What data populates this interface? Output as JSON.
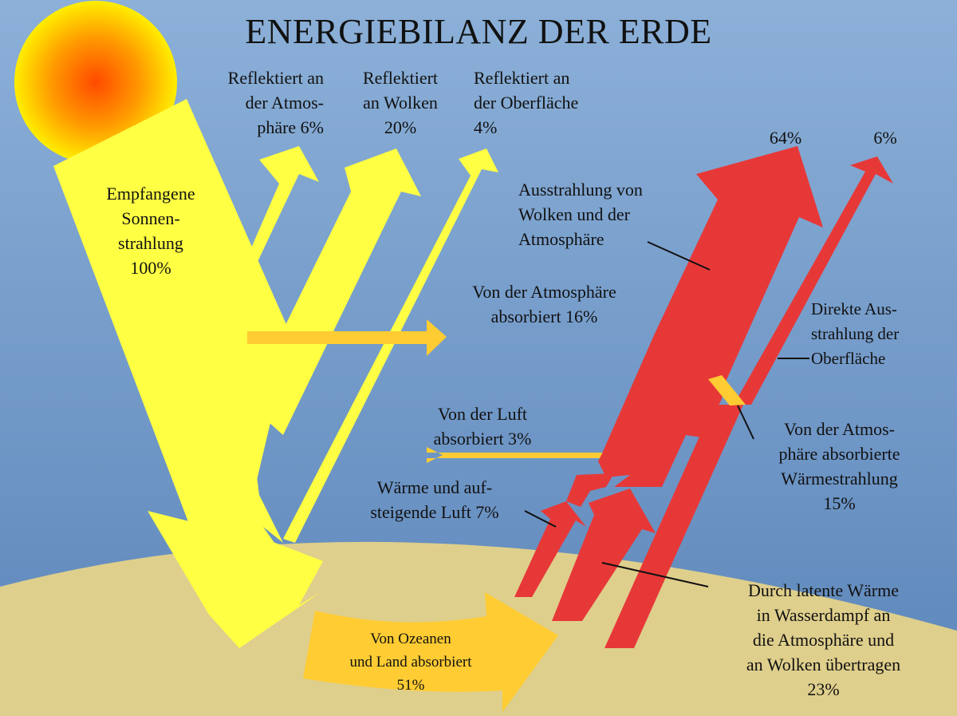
{
  "title": "ENERGIEBILANZ DER ERDE",
  "colors": {
    "sky_top": "#8aaed6",
    "sky_bottom": "#5f88bb",
    "ground": "#dfcf8c",
    "incoming": "#ffff44",
    "absorbed": "#ffcc33",
    "outgoing": "#e73838",
    "sun_center": "#ff4400",
    "sun_edge": "#ffee00"
  },
  "labels": {
    "incoming": "Empfangene\nSonnen-\nstrahlung\n100%",
    "reflected_atmosphere": "Reflektiert an\nder Atmos-\nphäre 6%",
    "reflected_clouds": "Reflektiert\nan Wolken\n20%",
    "reflected_surface": "Reflektiert an\nder Oberfläche\n4%",
    "emission_clouds_atmosphere": "Ausstrahlung von\nWolken und der\nAtmosphäre",
    "absorbed_atmosphere": "Von der Atmosphäre\nabsorbiert 16%",
    "absorbed_air": "Von der Luft\nabsorbiert 3%",
    "heat_rising_air": "Wärme und auf-\nsteigende Luft 7%",
    "absorbed_surface": "Von Ozeanen\nund Land absorbiert\n51%",
    "direct_emission_surface": "Direkte Aus-\nstrahlung der\nOberfläche",
    "atmosphere_absorbed_heat": "Von der Atmos-\nphäre absorbierte\nWärmestrahlung\n15%",
    "latent_heat": "Durch latente Wärme\nin Wasserdampf an\ndie Atmosphäre und\nan Wolken übertragen\n23%",
    "out_64": "64%",
    "out_6": "6%"
  },
  "chart_data": {
    "type": "sankey",
    "title": "ENERGIEBILANZ DER ERDE",
    "incoming": [
      {
        "name": "Empfangene Sonnenstrahlung",
        "value": 100
      }
    ],
    "shortwave_flows": [
      {
        "name": "Reflektiert an der Atmosphäre",
        "value": 6
      },
      {
        "name": "Reflektiert an Wolken",
        "value": 20
      },
      {
        "name": "Reflektiert an der Oberfläche",
        "value": 4
      },
      {
        "name": "Von der Atmosphäre absorbiert",
        "value": 16
      },
      {
        "name": "Von der Luft absorbiert",
        "value": 3
      },
      {
        "name": "Von Ozeanen und Land absorbiert",
        "value": 51
      }
    ],
    "surface_flows": [
      {
        "name": "Wärme und aufsteigende Luft",
        "value": 7
      },
      {
        "name": "Durch latente Wärme in Wasserdampf an die Atmosphäre und an Wolken übertragen",
        "value": 23
      },
      {
        "name": "Von der Atmosphäre absorbierte Wärmestrahlung",
        "value": 15
      },
      {
        "name": "Direkte Ausstrahlung der Oberfläche",
        "value": 6
      }
    ],
    "outgoing": [
      {
        "name": "Ausstrahlung von Wolken und der Atmosphäre",
        "value": 64
      },
      {
        "name": "Direkte Ausstrahlung der Oberfläche",
        "value": 6
      }
    ],
    "units": "%"
  }
}
